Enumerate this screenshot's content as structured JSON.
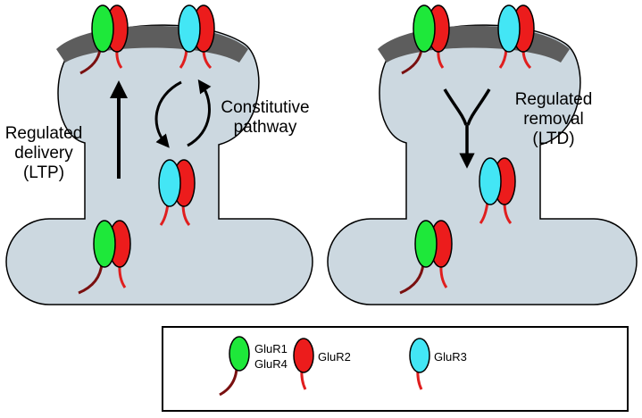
{
  "colors": {
    "glur1_4": "#1ee83a",
    "glur2": "#ec1c1c",
    "glur3": "#43e6f5",
    "spine_fill": "#ccd8e0",
    "psd": "#5d5d5d",
    "tail_dark": "#7a1010",
    "tail_red": "#e01e1e"
  },
  "left_panel": {
    "delivery_label": [
      "Regulated",
      "delivery",
      "(LTP)"
    ],
    "constitutive_label": [
      "Constitutive",
      "pathway"
    ]
  },
  "right_panel": {
    "removal_label": [
      "Regulated",
      "removal",
      "(LTD)"
    ]
  },
  "legend": {
    "glur1": "GluR1",
    "glur4": "GluR4",
    "glur2": "GluR2",
    "glur3": "GluR3"
  }
}
